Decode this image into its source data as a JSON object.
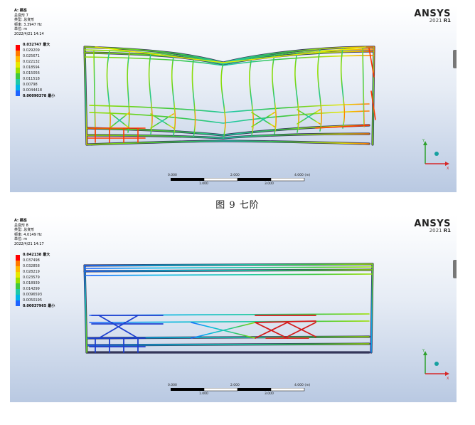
{
  "caption": "图 9  七阶",
  "colors": {
    "frame_dark": "#1a1a40",
    "legend": [
      "#ff0000",
      "#ff7a00",
      "#ffb800",
      "#e8e800",
      "#9ae000",
      "#3ec83e",
      "#1ec8a8",
      "#00b4e8",
      "#1e64ff",
      "#0000ff"
    ]
  },
  "panels": [
    {
      "info": {
        "title": "A: 模态",
        "type": "总变形 7",
        "kind": "类型: 总变形",
        "freq": "频率: 3.3947  Hz",
        "unit": "单位: m",
        "date": "2022/4/21 14:14"
      },
      "legend": [
        {
          "value": "0.032747",
          "tag": "最大"
        },
        {
          "value": "0.029209",
          "tag": ""
        },
        {
          "value": "0.025671",
          "tag": ""
        },
        {
          "value": "0.022132",
          "tag": ""
        },
        {
          "value": "0.018594",
          "tag": ""
        },
        {
          "value": "0.015056",
          "tag": ""
        },
        {
          "value": "0.011518",
          "tag": ""
        },
        {
          "value": "0.00798",
          "tag": ""
        },
        {
          "value": "0.0044418",
          "tag": ""
        },
        {
          "value": "0.00090378",
          "tag": "最小"
        }
      ],
      "logo": {
        "name": "ANSYS",
        "version": "2021",
        "release": "R1"
      },
      "scale": {
        "t0": "0.000",
        "t1": "2.000",
        "t2": "4.000 (m)",
        "b1": "1.000",
        "b2": "3.000"
      }
    },
    {
      "info": {
        "title": "A: 模态",
        "type": "总变形 8",
        "kind": "类型: 总变形",
        "freq": "频率: 4.0149  Hz",
        "unit": "单位: m",
        "date": "2022/4/21 14:17"
      },
      "legend": [
        {
          "value": "0.042138",
          "tag": "最大"
        },
        {
          "value": "0.037498",
          "tag": ""
        },
        {
          "value": "0.032858",
          "tag": ""
        },
        {
          "value": "0.028219",
          "tag": ""
        },
        {
          "value": "0.023579",
          "tag": ""
        },
        {
          "value": "0.018939",
          "tag": ""
        },
        {
          "value": "0.014299",
          "tag": ""
        },
        {
          "value": "0.0096593",
          "tag": ""
        },
        {
          "value": "0.0050195",
          "tag": ""
        },
        {
          "value": "0.00037965",
          "tag": "最小"
        }
      ],
      "logo": {
        "name": "ANSYS",
        "version": "2021",
        "release": "R1"
      },
      "scale": {
        "t0": "0.000",
        "t1": "2.000",
        "t2": "4.000 (m)",
        "b1": "1.000",
        "b2": "3.000"
      }
    }
  ]
}
